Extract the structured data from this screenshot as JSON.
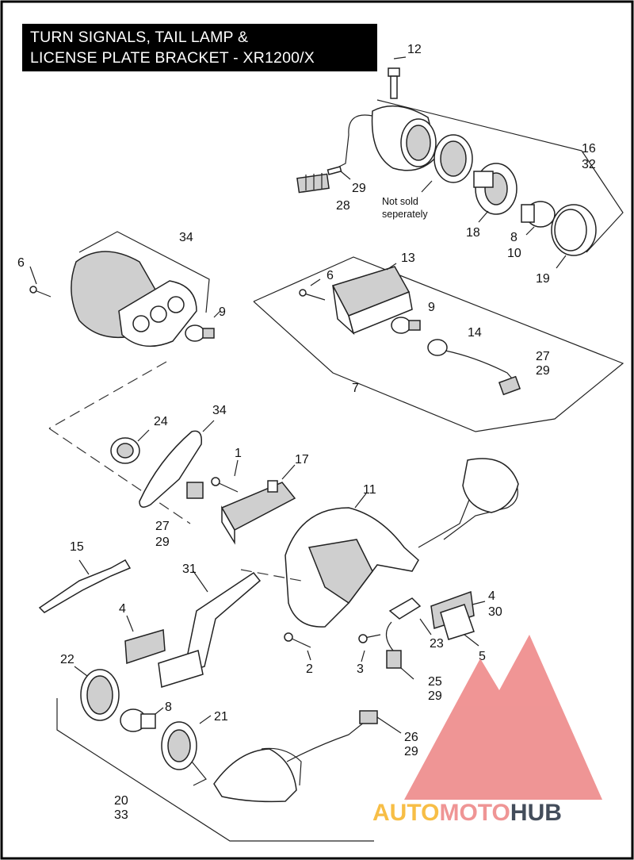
{
  "title": {
    "line1": "TURN SIGNALS, TAIL LAMP &",
    "line2": "LICENSE PLATE BRACKET - XR1200/X"
  },
  "callouts": {
    "c12": "12",
    "c16": "16",
    "c32": "32",
    "c29a": "29",
    "c28": "28",
    "c18": "18",
    "c8a": "8",
    "c10": "10",
    "c19": "19",
    "c34a": "34",
    "c6a": "6",
    "c9a": "9",
    "c6b": "6",
    "c13": "13",
    "c9b": "9",
    "c14": "14",
    "c27a": "27",
    "c29b": "29",
    "c7": "7",
    "c24": "24",
    "c34b": "34",
    "c1": "1",
    "c17": "17",
    "c11": "11",
    "c27b": "27",
    "c29c": "29",
    "c15": "15",
    "c31": "31",
    "c4a": "4",
    "c4b": "4",
    "c30": "30",
    "c23": "23",
    "c5": "5",
    "c2": "2",
    "c3": "3",
    "c25": "25",
    "c29d": "29",
    "c22": "22",
    "c8b": "8",
    "c21": "21",
    "c26": "26",
    "c29e": "29",
    "c20": "20",
    "c33": "33"
  },
  "note": {
    "line1": "Not sold",
    "line2": "seperately"
  },
  "watermark": {
    "part1": "AUTO",
    "part2": "MOTO",
    "part3": "HUB",
    "color1": "#f7b733",
    "color2": "#ee8a8a",
    "color3": "#2f3a4a",
    "logo_color": "#ee8a8a"
  }
}
